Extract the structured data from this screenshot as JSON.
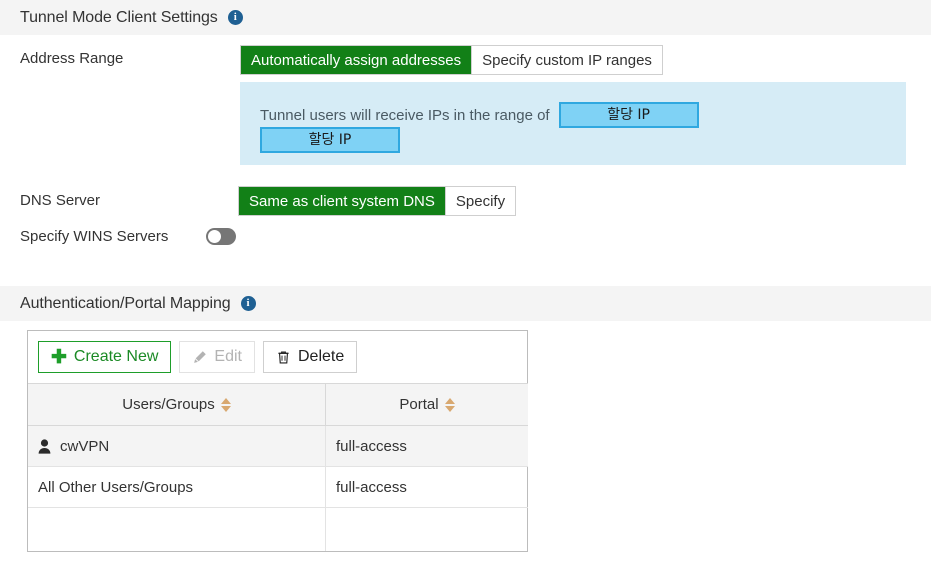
{
  "sections": {
    "tunnel": {
      "title": "Tunnel Mode Client Settings",
      "info_icon": "info-icon"
    },
    "mapping": {
      "title": "Authentication/Portal Mapping",
      "info_icon": "info-icon"
    }
  },
  "address_range": {
    "label": "Address Range",
    "options": [
      {
        "label": "Automatically assign addresses",
        "selected": true
      },
      {
        "label": "Specify custom IP ranges",
        "selected": false
      }
    ],
    "note": {
      "text": "Tunnel users will receive IPs in the range of",
      "highlight_1": "할당 IP",
      "highlight_2": "할당 IP",
      "background_color": "#d6ecf6",
      "highlight_fill": "#7fd2f5",
      "highlight_border": "#2fa8e0"
    }
  },
  "dns_server": {
    "label": "DNS Server",
    "options": [
      {
        "label": "Same as client system DNS",
        "selected": true
      },
      {
        "label": "Specify",
        "selected": false
      }
    ]
  },
  "wins": {
    "label": "Specify WINS Servers",
    "enabled": false
  },
  "mapping_table": {
    "toolbar": {
      "create_label": "Create New",
      "create_icon": "plus-icon",
      "edit_label": "Edit",
      "edit_icon": "pencil-icon",
      "edit_disabled": true,
      "delete_label": "Delete",
      "delete_icon": "trash-icon"
    },
    "columns": [
      {
        "label": "Users/Groups",
        "sortable": true
      },
      {
        "label": "Portal",
        "sortable": true
      }
    ],
    "rows": [
      {
        "user": "cwVPN",
        "portal": "full-access",
        "icon": "person-icon",
        "shaded": true
      },
      {
        "user": "All Other Users/Groups",
        "portal": "full-access",
        "icon": null,
        "shaded": false
      }
    ]
  },
  "colors": {
    "accent_green": "#128017",
    "header_band": "#f4f4f4",
    "info_blue": "#1f6093",
    "sort_arrow": "#d8a870"
  }
}
